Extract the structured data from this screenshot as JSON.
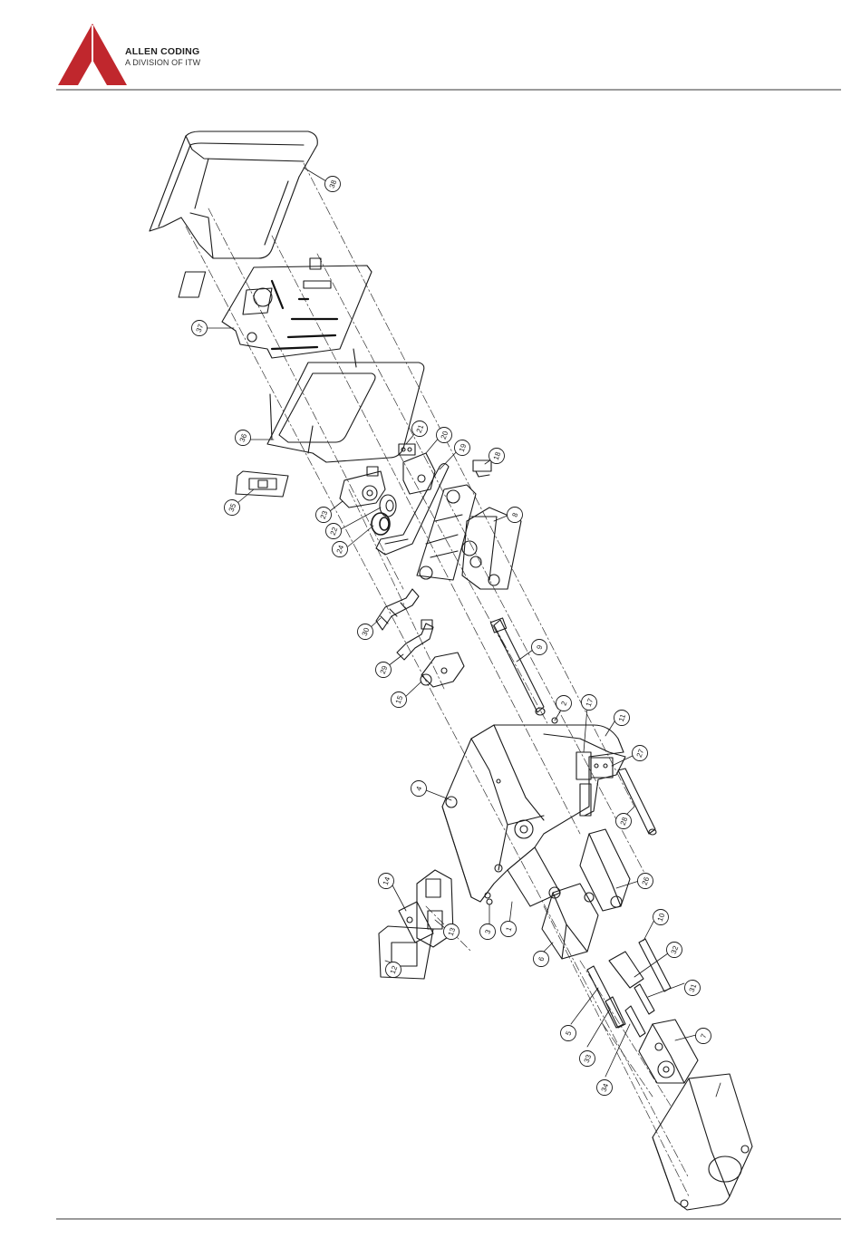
{
  "header": {
    "brand_name": "ALLEN CODING",
    "brand_subtitle": "A DIVISION OF ITW",
    "brand_color": "#c0272d"
  },
  "balloons": [
    "38",
    "37",
    "36",
    "35",
    "21",
    "20",
    "19",
    "18",
    "23",
    "22",
    "24",
    "8",
    "30",
    "29",
    "15",
    "9",
    "2",
    "17",
    "11",
    "27",
    "4",
    "28",
    "26",
    "14",
    "13",
    "12",
    "3",
    "1",
    "6",
    "10",
    "32",
    "31",
    "5",
    "33",
    "34",
    "7"
  ]
}
